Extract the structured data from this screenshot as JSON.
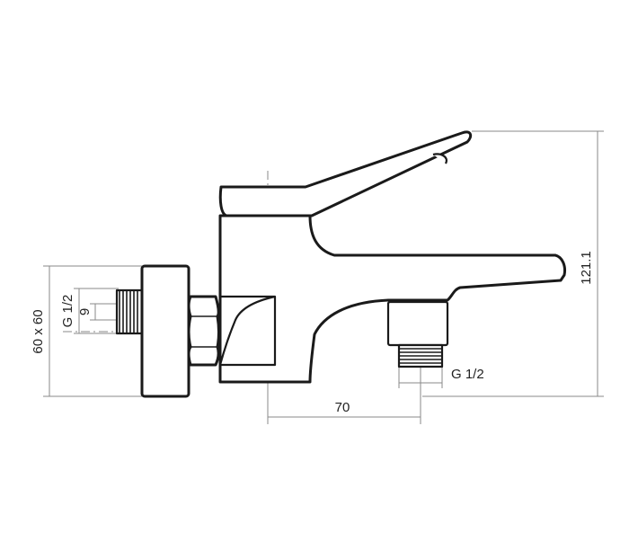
{
  "drawing": {
    "dimensions": {
      "height_total": "121.1",
      "spout_reach": "70",
      "wall_plate": "60 x 60",
      "inlet_thread": "G 1/2",
      "inlet_length": "9",
      "outlet_thread": "G 1/2"
    }
  }
}
